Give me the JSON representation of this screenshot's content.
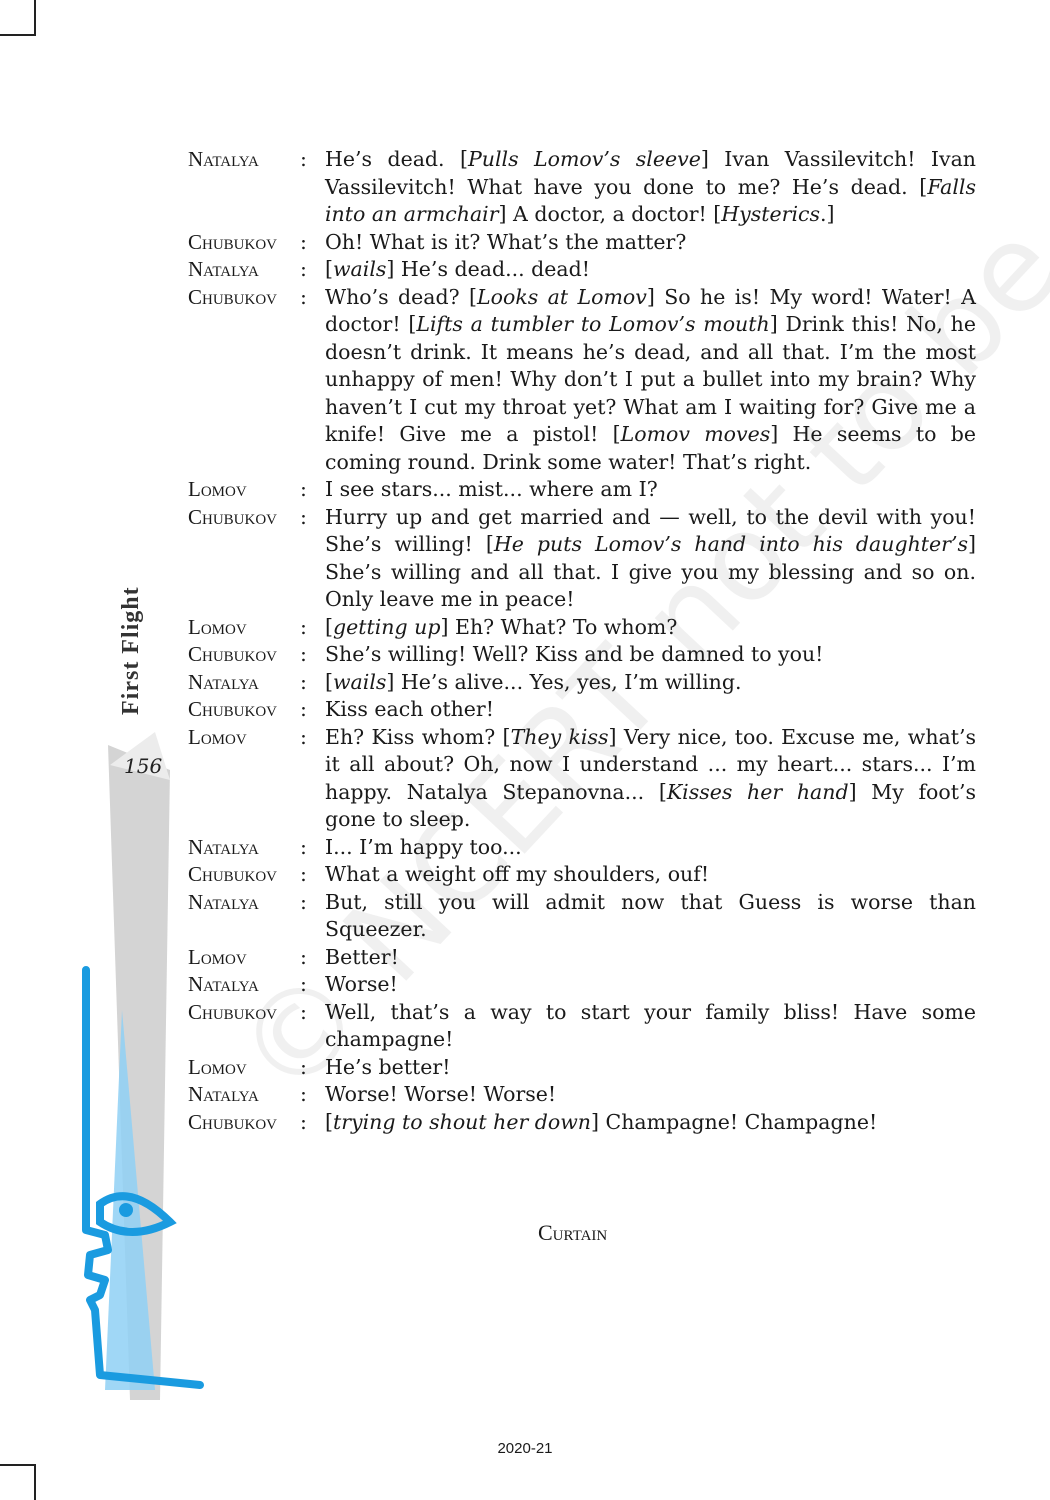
{
  "running_head": "First Flight",
  "page_number": "156",
  "watermark": "© NCERT not to be republished",
  "dialogue": [
    {
      "speaker": "Natalya",
      "parts": [
        {
          "t": "He’s dead. ["
        },
        {
          "t": "Pulls Lomov’s sleeve",
          "i": true
        },
        {
          "t": "] Ivan Vassilevitch! Ivan Vassilevitch! What have you done to me? He’s dead. ["
        },
        {
          "t": "Falls into an armchair",
          "i": true
        },
        {
          "t": "] A doctor, a doctor! ["
        },
        {
          "t": "Hysterics",
          "i": true
        },
        {
          "t": ".]"
        }
      ]
    },
    {
      "speaker": "Chubukov",
      "parts": [
        {
          "t": "Oh! What is it? What’s the matter?"
        }
      ]
    },
    {
      "speaker": "Natalya",
      "parts": [
        {
          "t": "["
        },
        {
          "t": "wails",
          "i": true
        },
        {
          "t": "] He’s dead... dead!"
        }
      ]
    },
    {
      "speaker": "Chubukov",
      "parts": [
        {
          "t": "Who’s dead? ["
        },
        {
          "t": "Looks at Lomov",
          "i": true
        },
        {
          "t": "] So he is! My word! Water! A doctor! ["
        },
        {
          "t": "Lifts a tumbler to Lomov’s mouth",
          "i": true
        },
        {
          "t": "] Drink this! No, he doesn’t drink. It means he’s dead, and all that. I’m the most unhappy of men! Why don’t I put a bullet into my brain? Why haven’t I cut my throat yet? What am I waiting for? Give me a knife! Give me a pistol! ["
        },
        {
          "t": "Lomov moves",
          "i": true
        },
        {
          "t": "] He seems to be coming round. Drink some water! That’s right."
        }
      ]
    },
    {
      "speaker": "Lomov",
      "parts": [
        {
          "t": "I see stars... mist... where am I?"
        }
      ]
    },
    {
      "speaker": "Chubukov",
      "parts": [
        {
          "t": "Hurry up and get married and — well, to the devil with you! She’s willing! ["
        },
        {
          "t": "He puts Lomov’s hand into his daughter’s",
          "i": true
        },
        {
          "t": "] She’s willing and all that. I give you my blessing and so on. Only leave me in peace!"
        }
      ]
    },
    {
      "speaker": "Lomov",
      "parts": [
        {
          "t": "["
        },
        {
          "t": "getting up",
          "i": true
        },
        {
          "t": "] Eh? What? To whom?"
        }
      ]
    },
    {
      "speaker": "Chubukov",
      "parts": [
        {
          "t": "She’s willing! Well? Kiss and be damned to you!"
        }
      ]
    },
    {
      "speaker": "Natalya",
      "parts": [
        {
          "t": "["
        },
        {
          "t": "wails",
          "i": true
        },
        {
          "t": "] He’s alive... Yes, yes, I’m willing."
        }
      ]
    },
    {
      "speaker": "Chubukov",
      "parts": [
        {
          "t": "Kiss each other!"
        }
      ]
    },
    {
      "speaker": "Lomov",
      "parts": [
        {
          "t": "Eh? Kiss whom? ["
        },
        {
          "t": "They kiss",
          "i": true
        },
        {
          "t": "] Very nice, too. Excuse me, what’s it all about? Oh, now I understand ... my heart... stars... I’m happy. Natalya Stepanovna... ["
        },
        {
          "t": "Kisses her hand",
          "i": true
        },
        {
          "t": "] My foot’s gone to sleep."
        }
      ]
    },
    {
      "speaker": "Natalya",
      "parts": [
        {
          "t": "I... I’m happy too..."
        }
      ]
    },
    {
      "speaker": "Chubukov",
      "parts": [
        {
          "t": "What a weight off my shoulders, ouf!"
        }
      ]
    },
    {
      "speaker": "Natalya",
      "parts": [
        {
          "t": "But, still you will admit now that Guess is worse than Squeezer."
        }
      ]
    },
    {
      "speaker": "Lomov",
      "parts": [
        {
          "t": "Better!"
        }
      ]
    },
    {
      "speaker": "Natalya",
      "parts": [
        {
          "t": "Worse!"
        }
      ]
    },
    {
      "speaker": "Chubukov",
      "parts": [
        {
          "t": "Well, that’s a way to start your family bliss! Have some champagne!"
        }
      ]
    },
    {
      "speaker": "Lomov",
      "parts": [
        {
          "t": "He’s better!"
        }
      ]
    },
    {
      "speaker": "Natalya",
      "parts": [
        {
          "t": "Worse! Worse! Worse!"
        }
      ]
    },
    {
      "speaker": "Chubukov",
      "parts": [
        {
          "t": "["
        },
        {
          "t": "trying to shout her down",
          "i": true
        },
        {
          "t": "] Champagne! Champagne!"
        }
      ]
    }
  ],
  "curtain": "Curtain",
  "footer": "2020-21",
  "colors": {
    "accent_blue": "#1a9be0",
    "light_blue": "#8fd0f5",
    "grey": "#d0d0d0"
  }
}
